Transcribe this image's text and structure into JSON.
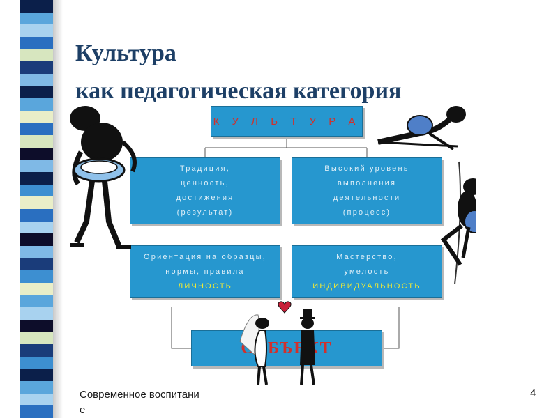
{
  "slide": {
    "title_line1": "Культура",
    "title_line2": "как педагогическая категория",
    "culture": "К У Л Ь Т У Р А",
    "tradition": {
      "line1": "Традиция,",
      "line2": "ценность,",
      "line3": "достижения",
      "line4": "(результат)"
    },
    "mastery_level": {
      "line1": "Высокий уровень",
      "line2": "выполнения",
      "line3": "деятельности",
      "line4": "(процесс)"
    },
    "orientation": {
      "line1": "Ориентация на образцы,",
      "line2": "нормы, правила",
      "highlight": "ЛИЧНОСТЬ"
    },
    "skill": {
      "line1": "Мастерство,",
      "line2": "умелость",
      "highlight": "ИНДИВИДУАЛЬНОСТЬ"
    },
    "subject": "СУБЪЕКТ",
    "footer_line1": "Современное воспитани",
    "footer_line2": "е",
    "page_number": "4"
  },
  "colors": {
    "box_fill": "#2697cf",
    "title": "#1d3f66",
    "accent_red": "#d2302b",
    "accent_yellow": "#f2ea34"
  },
  "icons": {
    "left_figure": "figure-carrying-bowl-icon",
    "right_figure": "climbing-figures-icon",
    "couple": "wedding-couple-icon",
    "heart": "heart-icon"
  }
}
